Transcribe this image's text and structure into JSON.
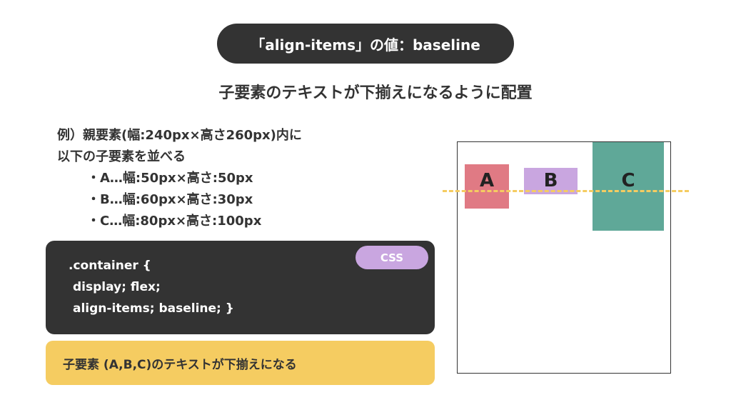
{
  "title": "「align-items」の値：baseline",
  "subtitle": "子要素のテキストが下揃えになるように配置",
  "example": {
    "line1": "例）親要素(幅:240px×高さ260px)内に",
    "line2": "以下の子要素を並べる",
    "items": [
      "・A…幅:50px×高さ:50px",
      "・B…幅:60px×高さ:30px",
      "・C…幅:80px×高さ:100px"
    ]
  },
  "code": {
    "badge": "CSS",
    "lines": [
      ".container {",
      "display; flex;",
      "align-items; baseline; }"
    ]
  },
  "note": "子要素 (A,B,C)のテキストが下揃えになる",
  "diagram": {
    "boxes": [
      {
        "label": "A",
        "color": "#e07a84"
      },
      {
        "label": "B",
        "color": "#c9a6e0"
      },
      {
        "label": "C",
        "color": "#5fa898"
      }
    ],
    "baseline_color": "#f5cc61"
  },
  "colors": {
    "dark": "#333333",
    "yellow": "#f5cc61",
    "purple": "#c9a6e0",
    "pink": "#e07a84",
    "teal": "#5fa898"
  }
}
